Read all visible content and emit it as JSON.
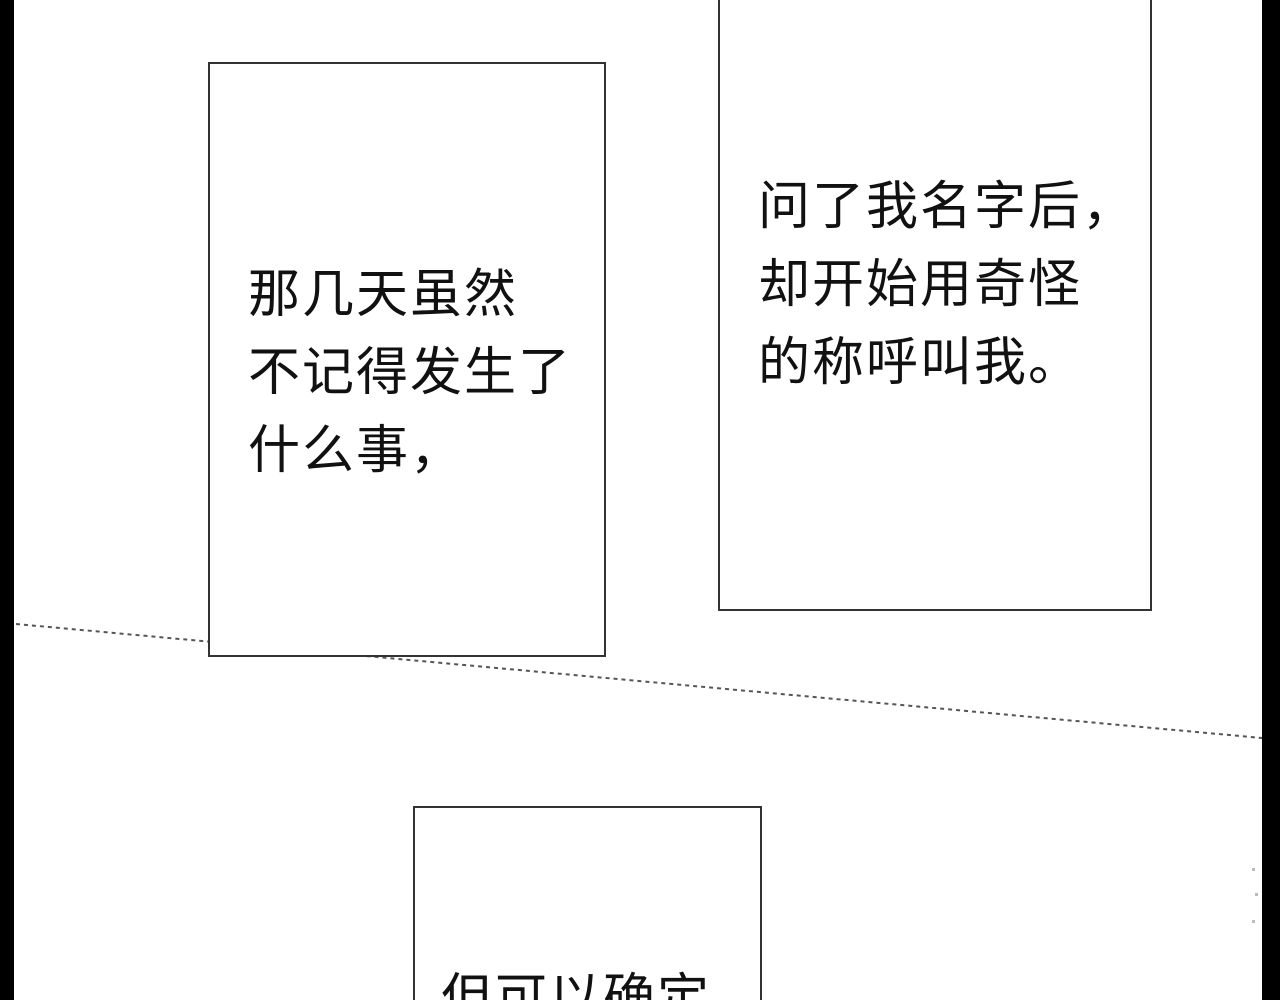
{
  "panels": [
    {
      "lines": [
        "那几天虽然",
        "不记得发生了",
        "什么事，"
      ]
    },
    {
      "lines": [
        "问了我名字后，",
        "却开始用奇怪",
        "的称呼叫我。"
      ]
    },
    {
      "lines": [
        "但可以确定"
      ]
    }
  ],
  "colors": {
    "border": "#333333",
    "text": "#111111",
    "background": "#ffffff",
    "edge": "#000000"
  }
}
